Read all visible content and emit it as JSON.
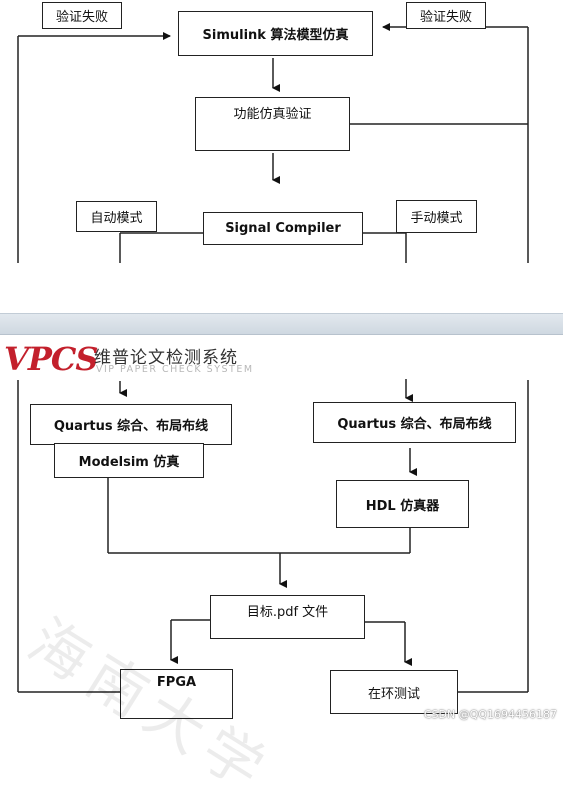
{
  "boxes": {
    "fail_left": "验证失败",
    "fail_right": "验证失败",
    "simulink": "Simulink 算法模型仿真",
    "func_sim": "功能仿真验证",
    "auto_mode": "自动模式",
    "signal_compiler": "Signal   Compiler",
    "manual_mode": "手动模式",
    "quartus_left": "Quartus 综合、布局布线",
    "modelsim": "Modelsim 仿真",
    "quartus_right": "Quartus 综合、布局布线",
    "hdl_sim": "HDL 仿真器",
    "target_pdf": "目标.pdf 文件",
    "fpga": "FPGA",
    "loop_test": "在环测试"
  },
  "logo": {
    "mark": "VPCS",
    "title": "维普论文检测系统",
    "subtitle": "VIP PAPER CHECK SYSTEM",
    "brand_color": "#c3202c"
  },
  "watermark": "海南大学",
  "footer": "CSDN @QQ1694456187"
}
